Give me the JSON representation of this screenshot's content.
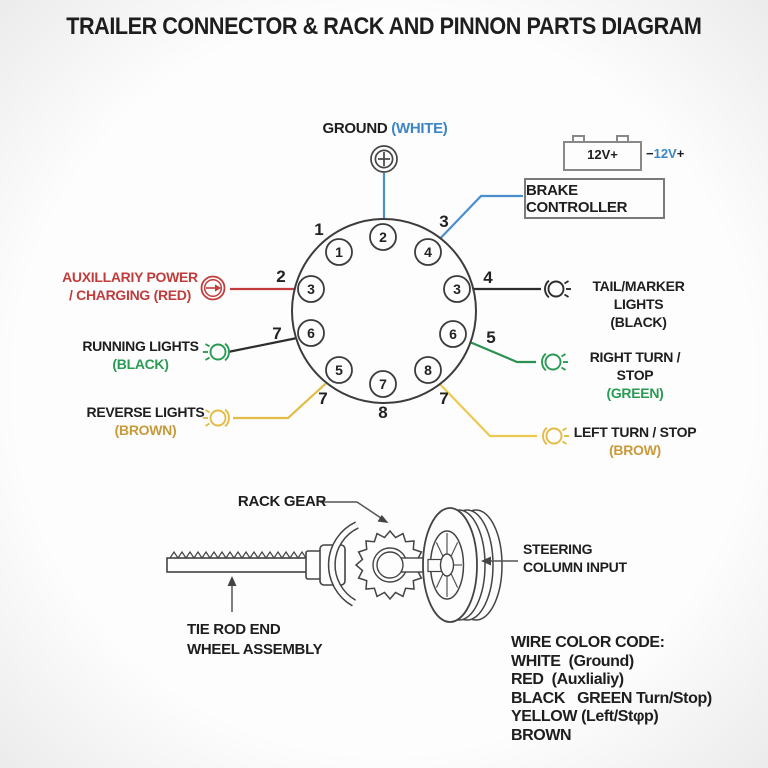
{
  "title": "TRAILER CONNECTOR & RACK AND PINNON PARTS DIAGRAM",
  "colors": {
    "black": "#1e1e1e",
    "red": "#c13c3c",
    "blue": "#3d85c6",
    "green": "#2a9b55",
    "yellow_wire": "#edc94f",
    "brown_text": "#c79a3a",
    "outline_gray": "#444444"
  },
  "connector": {
    "ground": {
      "text": "GROUND",
      "color_text": "(WHITE)"
    },
    "battery": {
      "label": "12V+",
      "side_minus": "−",
      "side_12v": "12V",
      "side_plus": "+"
    },
    "brake_controller": "BRAKE CONTROLLER",
    "pins": [
      "1",
      "2",
      "4",
      "3",
      "3",
      "6",
      "6",
      "5",
      "7",
      "8"
    ],
    "outer_numbers": [
      "1",
      "3",
      "2",
      "4",
      "7",
      "5",
      "7",
      "7",
      "8"
    ],
    "left_labels": [
      {
        "line1": "AUXILLARIY POWER",
        "line2": "/ CHARGING (RED)"
      },
      {
        "line1": "RUNNING LIGHTS",
        "line2": "(BLACK)"
      },
      {
        "line1": "REVERSE LIGHTS",
        "line2": "(BROWN)"
      }
    ],
    "right_labels": [
      {
        "line1": "TAIL/MARKER LIGHTS",
        "line2": "(BLACK)"
      },
      {
        "line1": "RIGHT TURN / STOP",
        "line2": "(GREEN)"
      },
      {
        "line1": "LEFT TURN / STOP",
        "line2": "(BROW)"
      }
    ]
  },
  "rack": {
    "rack_gear": "RACK GEAR",
    "tie_rod_line1": "TIE ROD END",
    "tie_rod_line2": "WHEEL ASSEMBLY",
    "steering_line1": "STEERING",
    "steering_line2": "COLUMN INPUT"
  },
  "legend": {
    "title": "WIRE COLOR CODE:",
    "rows": [
      "WHITE  (Ground)",
      "RED  (Auxlialiy)",
      "BLACK   GREEN Turn/Stop)",
      "YELLOW (Left/Stφp)",
      "BROWN"
    ]
  }
}
